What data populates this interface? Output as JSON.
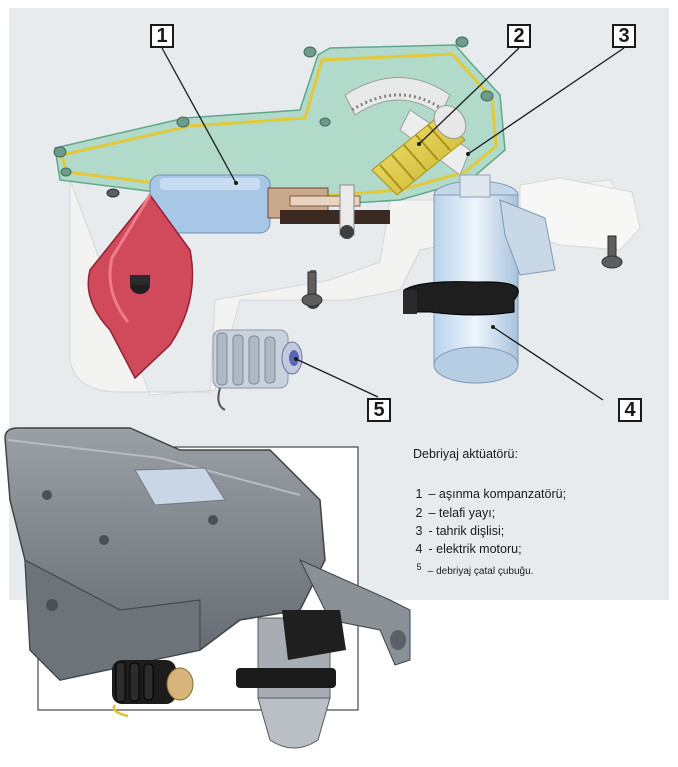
{
  "callouts": [
    "1",
    "2",
    "3",
    "4",
    "5"
  ],
  "legend": {
    "title": "Debriyaj aktüatörü:",
    "items": [
      {
        "num": "1",
        "text": "– aşınma kompanzatörü;"
      },
      {
        "num": "2",
        "text": "– telafi yayı;"
      },
      {
        "num": "3",
        "text": "- tahrik dişlisi;"
      },
      {
        "num": "4",
        "text": "- elektrik motoru;"
      },
      {
        "num": "5",
        "text": "– debriyaj çatal çubuğu."
      }
    ]
  },
  "colors": {
    "panel_bg": "#e7ebee",
    "housing_cover": "#8fcbb4",
    "housing_body": "#f2f2f0",
    "compensator_motor": "#aac8e8",
    "spring": "#e6d23c",
    "compensator_plate": "#d04a5c",
    "boot": "#c9d3dd",
    "motor_body": "#d6e6f5",
    "bracket": "#1e1e1e",
    "external_housing": "#7b8288"
  }
}
